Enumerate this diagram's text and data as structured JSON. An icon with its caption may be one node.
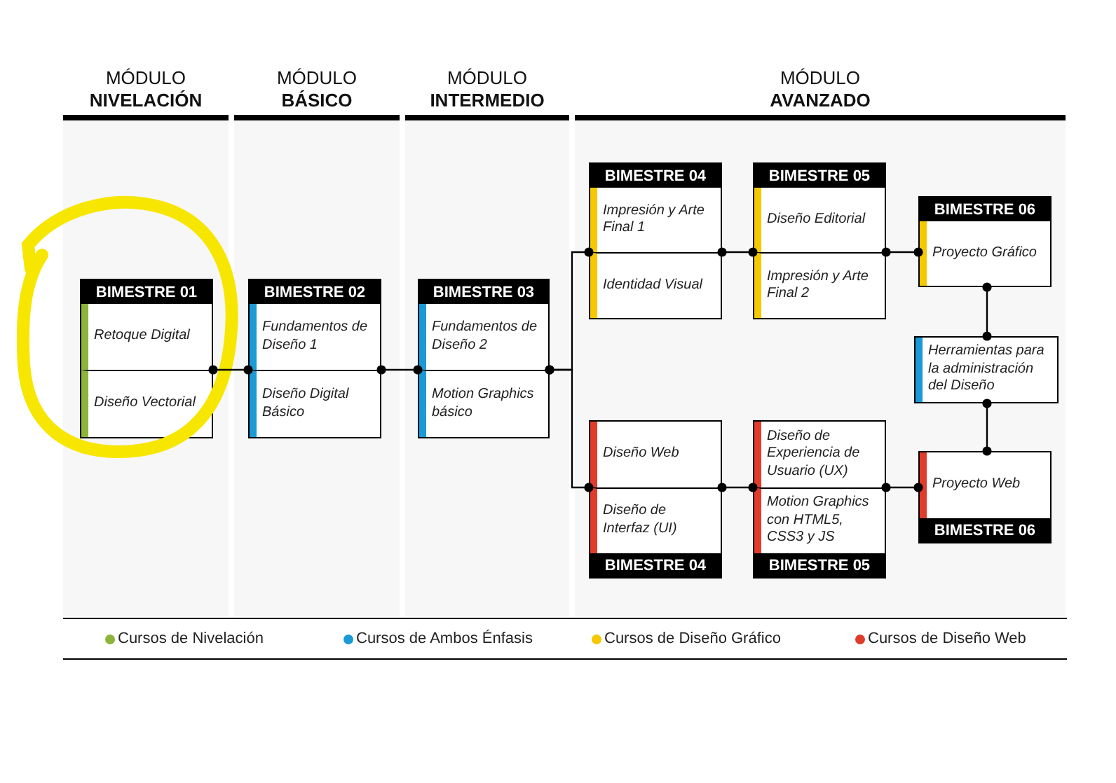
{
  "diagram": {
    "nodes": [
      {
        "text": [
          "MÓDULO",
          "NIVELACIÓN"
        ]
      },
      {
        "text": [
          "BIMESTRE 01",
          "Retoque Digital",
          "Diseño Vectorial"
        ],
        "in": 0
      },
      {
        "text": [
          "MÓDULO",
          "BÁSICO"
        ]
      },
      {
        "text": [
          "BIMESTRE 02",
          "Fundamentos de Diseño 1",
          "Diseño Digital Básico"
        ],
        "in": 2
      },
      {
        "text": [
          "MÓDULO",
          "INTERMEDIO"
        ]
      },
      {
        "text": [
          "BIMESTRE 03",
          "Fundamentos de Diseño 2",
          "Motion Graphics básico"
        ],
        "in": 4
      },
      {
        "text": [
          "MÓDULO",
          "AVANZADO"
        ]
      },
      {
        "text": [
          "BIMESTRE 04",
          "Impresión y Arte Final 1",
          "Identidad Visual"
        ],
        "in": 6
      },
      {
        "text": [
          "BIMESTRE 05",
          "Diseño Editorial",
          "Impresión y Arte Final 2"
        ],
        "in": 6
      },
      {
        "text": [
          "BIMESTRE 06",
          "Proyecto Gráfico"
        ],
        "in": 6
      },
      {
        "text": [
          "Herramientas para la administración del Diseño"
        ],
        "in": 6
      },
      {
        "text": [
          "Diseño Web",
          "Diseño de Interfaz (UI)",
          "BIMESTRE 04"
        ],
        "in": 6
      },
      {
        "text": [
          "Diseño de Experiencia de Usuario (UX)",
          "Motion Graphics con HTML5, CSS3 y JS",
          "BIMESTRE 05"
        ],
        "in": 6
      },
      {
        "text": [
          "Proyecto Web",
          "BIMESTRE 06"
        ],
        "in": 6
      }
    ],
    "edges": [
      {
        "from": 1,
        "to": 3,
        "arrow": "other"
      },
      {
        "from": 3,
        "to": 5,
        "arrow": "other"
      },
      {
        "from": 5,
        "to": 7,
        "arrow": "other"
      },
      {
        "from": 5,
        "to": 11,
        "arrow": "other"
      },
      {
        "from": 7,
        "to": 8,
        "arrow": "other"
      },
      {
        "from": 8,
        "to": 9,
        "arrow": "other"
      },
      {
        "from": 11,
        "to": 12,
        "arrow": "other"
      },
      {
        "from": 12,
        "to": 13,
        "arrow": "other"
      },
      {
        "from": 9,
        "to": 10,
        "arrow": "other"
      },
      {
        "from": 10,
        "to": 13,
        "arrow": "other"
      }
    ],
    "legend": [
      {
        "text": "Cursos de Nivelación",
        "color": "#8db33a"
      },
      {
        "text": "Cursos de Ambos Énfasis",
        "color": "#1a9ad6"
      },
      {
        "text": "Cursos de Diseño Gráfico",
        "color": "#f5c800"
      },
      {
        "text": "Cursos de Diseño Web",
        "color": "#e03c2c"
      }
    ]
  }
}
